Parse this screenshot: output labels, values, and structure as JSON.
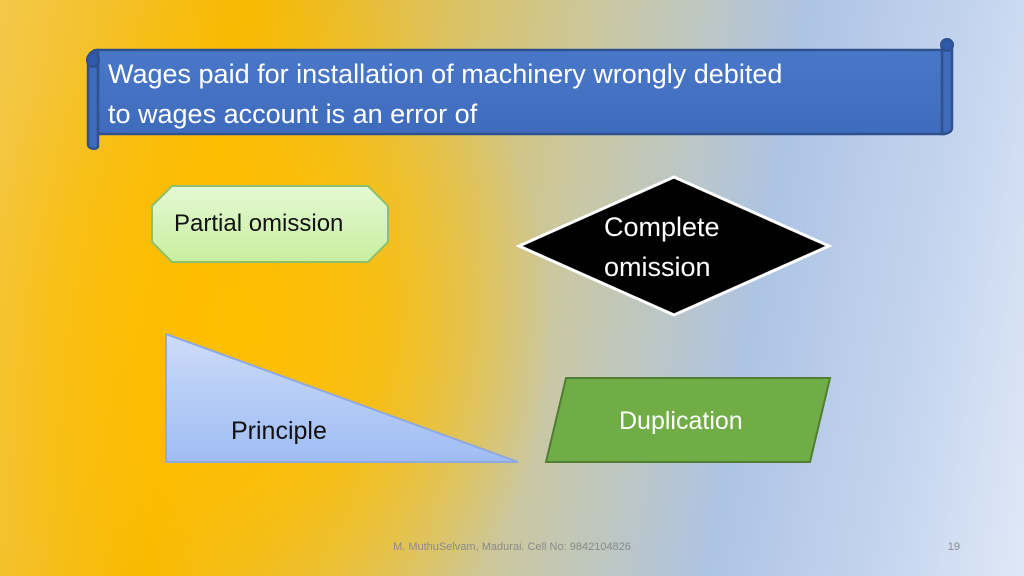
{
  "question": {
    "line1": "Wages paid for installation of machinery wrongly debited",
    "line2": "to wages account is an error of"
  },
  "options": {
    "partial_omission": "Partial omission",
    "complete_omission_line1": "Complete",
    "complete_omission_line2": "omission",
    "principle": "Principle",
    "duplication": "Duplication"
  },
  "footer": {
    "credit": "M. MuthuSelvam, Madurai. Cell No: 9842104826",
    "page_number": "19"
  },
  "colors": {
    "banner_fill": "#4472c4",
    "banner_stroke": "#2f528f",
    "octagon_fill": "#d6f5c0",
    "diamond_fill": "#000000",
    "triangle_fill": "#a9c4f5",
    "parallelogram_fill": "#70ad47"
  }
}
